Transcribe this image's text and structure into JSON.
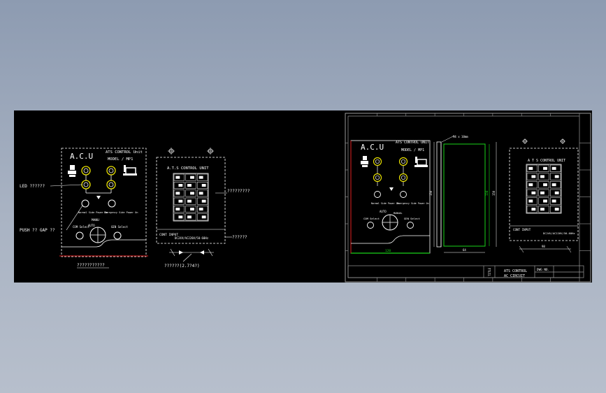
{
  "left_view": {
    "panel_title": "A.C.U",
    "unit_title": "ATS CONTROL Unit",
    "model_label": "MODEL / MP1",
    "led_callout": "LED ??????",
    "push_callout": "PUSH ?? GAP ??",
    "bottom_caption": "???????????",
    "label_normal_side": "Normal Side Power On",
    "label_emergency_side": "Emergency Side Power On",
    "label_manu": "MANU",
    "label_auto": "AUTO",
    "label_com_select": "COM Select",
    "label_gen_select": "GEN Select"
  },
  "back_view": {
    "title": "A.T.S CONTROL UNIT",
    "callout_right": "?????????",
    "callout_bottom_right": "??????",
    "bottom_caption": "??????(2.7?4?)",
    "spec_label": "CONT INPUT",
    "spec_value": "DC24V/AC220V/50-60Hz"
  },
  "sheet": {
    "panel_title": "A.C.U",
    "unit_title": "ATS CONTROL UNIT",
    "model_label": "MODEL / MP1",
    "label_normal_side": "Normal Side Power On",
    "label_emergency_side": "Emergency Side Power On",
    "label_auto": "AUTO",
    "label_manual": "MANUAL",
    "label_com_select": "COM Select",
    "label_gen_select": "GEN Select",
    "side_callout": "M4 x 10mm",
    "dim_width": "120",
    "dim_height_left": "150",
    "dim_height_side_a": "134",
    "dim_height_side_b": "150",
    "dim_depth": "64",
    "dim_back": "98",
    "back_title": "A T S CONTROL UNIT",
    "back_spec": "CONT INPUT",
    "back_spec_value": "DC24V/AC220V/50-60Hz",
    "title_block_label": "TITLE",
    "title_line1": "ATS CONTROL",
    "title_line2": "AC CIRCUIT",
    "dwg_no_label": "DWG NO."
  },
  "colors": {
    "background_top": "#8d9bb1",
    "canvas": "#000000",
    "lines": "#ffffff",
    "accent_red": "#e02020",
    "accent_green": "#19d419",
    "accent_yellow": "#e8e000",
    "grey_border": "#9a9a9a"
  }
}
